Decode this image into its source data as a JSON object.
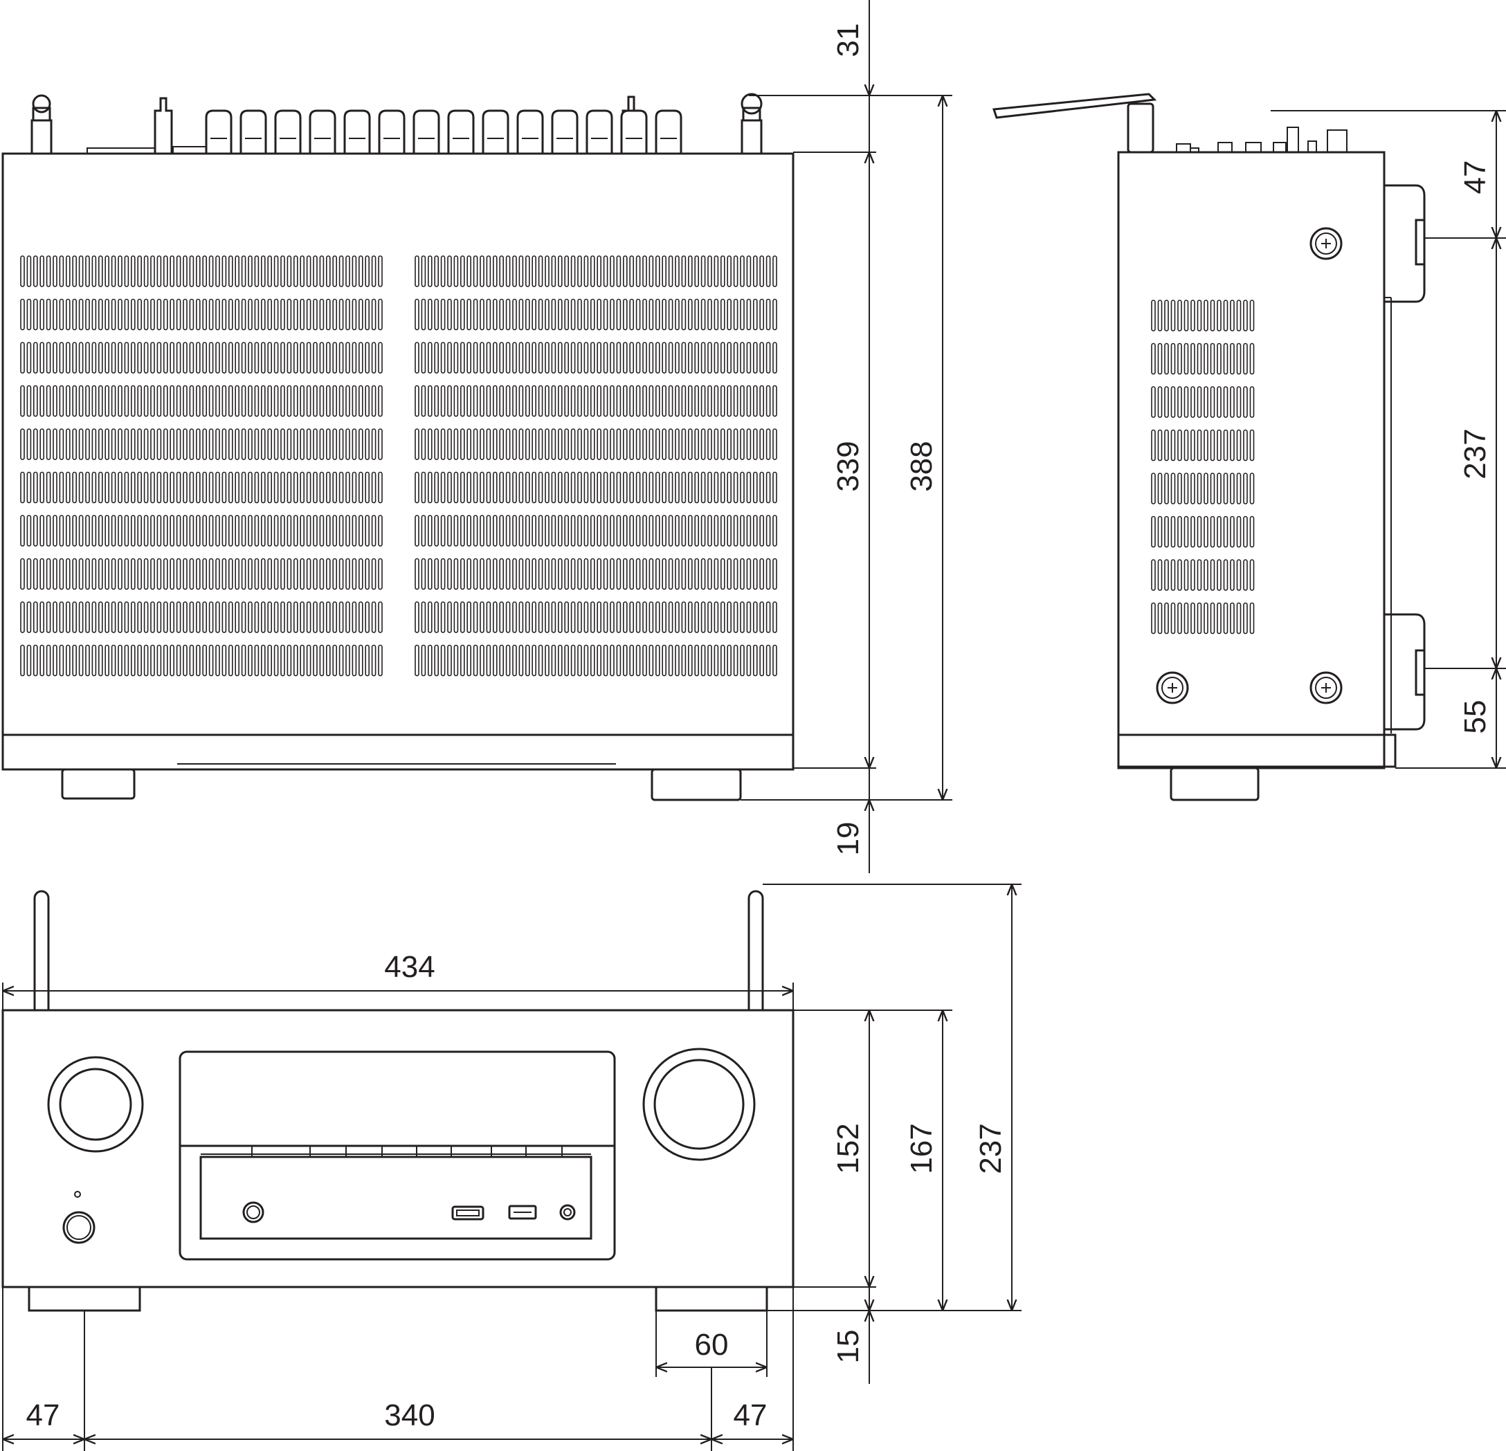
{
  "colors": {
    "ink": "#231f20",
    "paper": "#ffffff"
  },
  "views": {
    "top": {
      "label": "top-view"
    },
    "side": {
      "label": "side-view"
    },
    "front": {
      "label": "front-view"
    }
  },
  "dimensions": {
    "top_antenna_height": "31",
    "top_body_depth": "339",
    "top_total_depth": "388",
    "top_foot_depth": "19",
    "side_upper_offset": "47",
    "side_knob_spacing": "237",
    "side_lower_offset": "55",
    "front_width": "434",
    "front_body_height": "152",
    "front_height_with_feet": "167",
    "front_total_height": "237",
    "front_foot_height": "15",
    "front_foot_width": "60",
    "front_foot_left_offset": "47",
    "front_foot_spacing": "340",
    "front_foot_right_offset": "47"
  }
}
